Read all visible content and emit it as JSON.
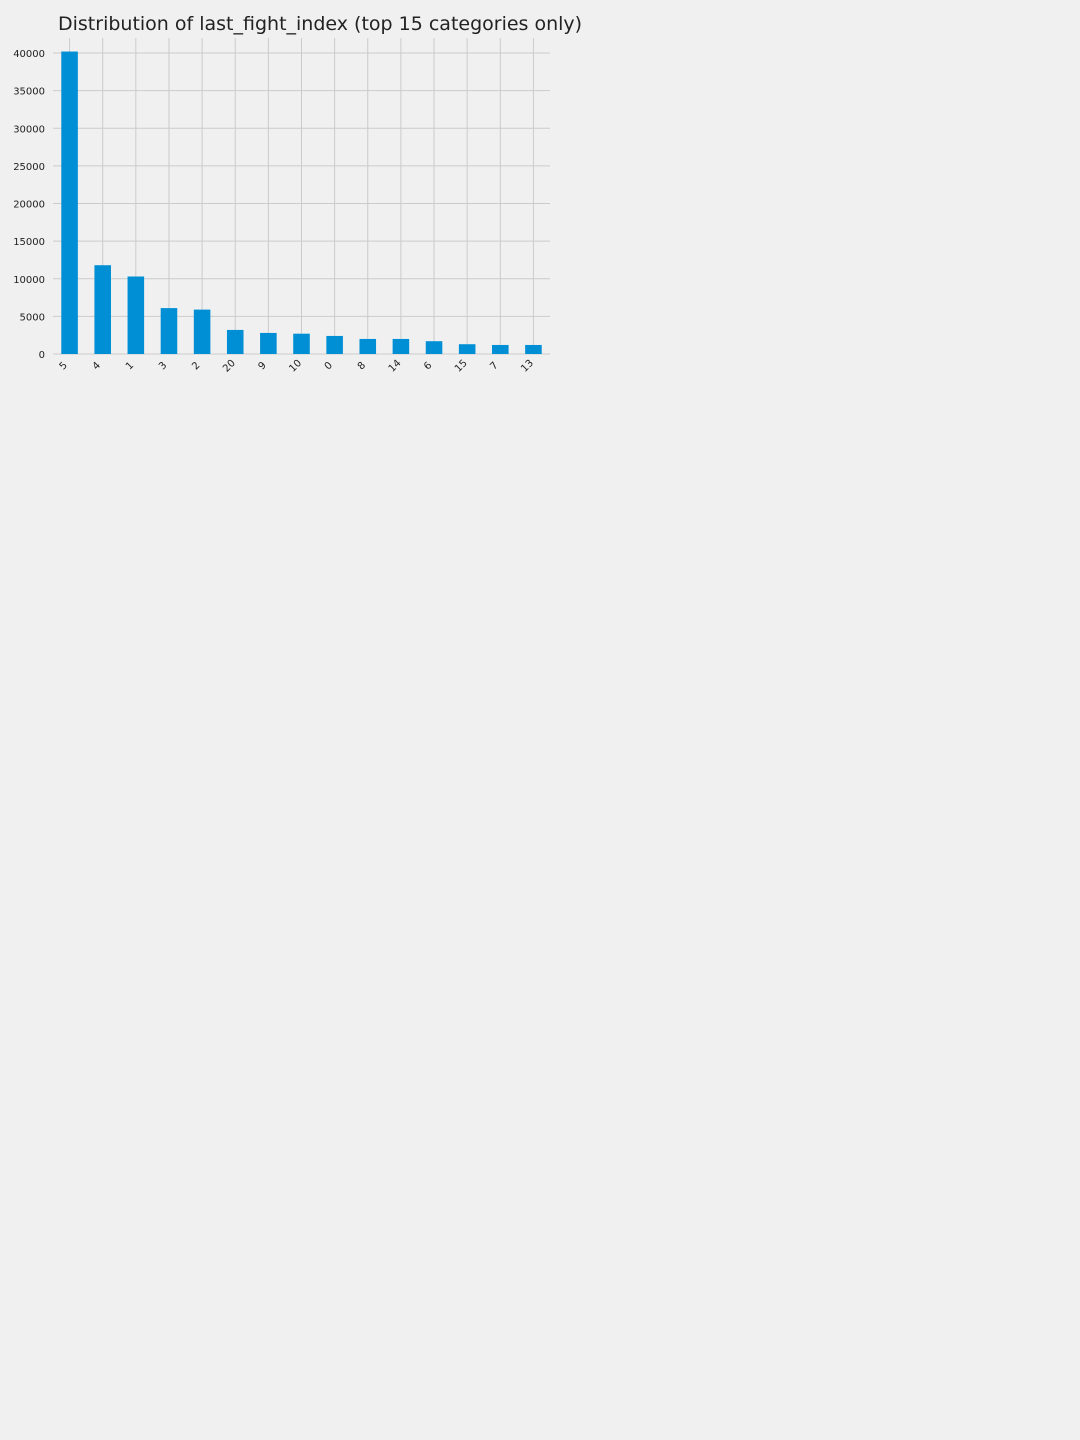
{
  "chart_data": {
    "type": "bar",
    "title": "Distribution of last_fight_index (top 15 categories only)",
    "xlabel": "",
    "ylabel": "",
    "categories": [
      "5",
      "4",
      "1",
      "3",
      "2",
      "20",
      "9",
      "10",
      "0",
      "8",
      "14",
      "6",
      "15",
      "7",
      "13"
    ],
    "values": [
      40200,
      11800,
      10300,
      6100,
      5900,
      3200,
      2800,
      2700,
      2400,
      2000,
      2000,
      1700,
      1300,
      1200,
      1200
    ],
    "ylim": [
      0,
      42000
    ],
    "yticks": [
      0,
      5000,
      10000,
      15000,
      20000,
      25000,
      30000,
      35000,
      40000
    ],
    "grid": true,
    "legend": "none",
    "colors": {
      "bar": "#008fd5",
      "background": "#f0f0f0",
      "grid": "#cbcbcb",
      "text": "#222222"
    }
  }
}
